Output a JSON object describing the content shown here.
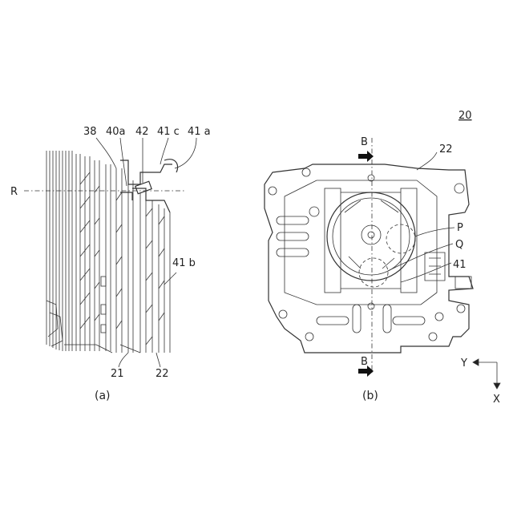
{
  "figure_number": "20",
  "panel_a": {
    "caption": "(a)",
    "labels": {
      "l38": "38",
      "l40a": "40a",
      "l42": "42",
      "l41c": "41 c",
      "l41a": "41 a",
      "lR": "R",
      "l41b": "41 b",
      "l21": "21",
      "l22": "22"
    }
  },
  "panel_b": {
    "caption": "(b)",
    "labels": {
      "lB_top": "B",
      "lB_bottom": "B",
      "l22": "22",
      "lP": "P",
      "lQ": "Q",
      "l41": "41",
      "lY": "Y",
      "lX": "X"
    }
  }
}
